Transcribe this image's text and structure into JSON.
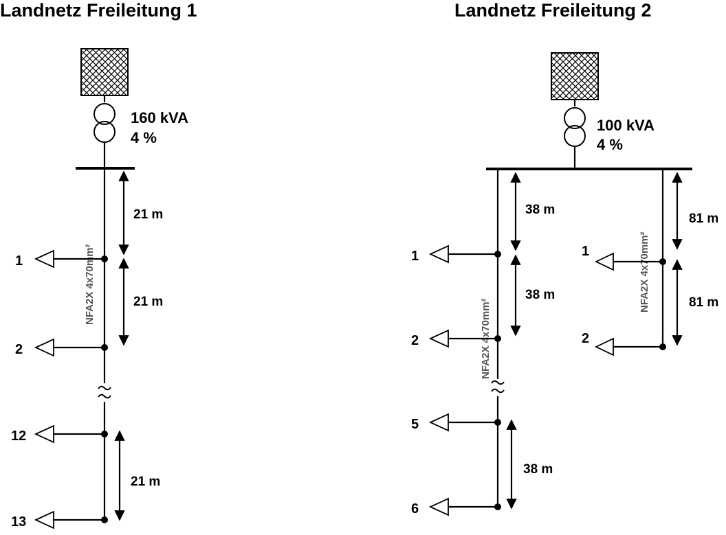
{
  "diagrams": [
    {
      "title": "Landnetz  Freileitung 1",
      "transformer": {
        "power": "160 kVA",
        "impedance": "4 %"
      },
      "cable": "NFA2X 4x70mm²",
      "nodes": [
        "1",
        "2",
        "12",
        "13"
      ],
      "distances": [
        "21 m",
        "21 m",
        "21 m"
      ]
    },
    {
      "title": "Landnetz  Freileitung 2",
      "transformer": {
        "power": "100 kVA",
        "impedance": "4 %"
      },
      "feeders": [
        {
          "cable": "NFA2X 4x70mm²",
          "nodes": [
            "1",
            "2",
            "5",
            "6"
          ],
          "distances": [
            "38 m",
            "38 m",
            "38 m"
          ]
        },
        {
          "cable": "NFA2X 4x70mm²",
          "nodes": [
            "1",
            "2"
          ],
          "distances": [
            "81 m",
            "81 m"
          ]
        }
      ]
    }
  ]
}
